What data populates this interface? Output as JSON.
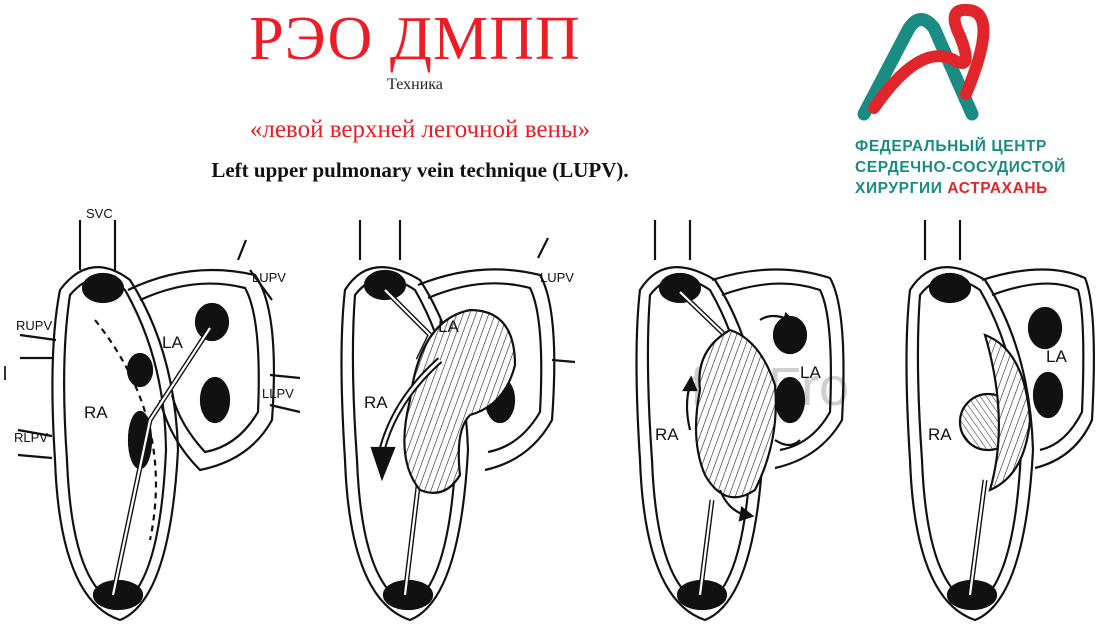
{
  "slide": {
    "title": "РЭО ДМПП",
    "subtitle": "Техника",
    "subtitle_red": "«левой верхней легочной вены»",
    "subtitle_en": "Left upper pulmonary vein technique (LUPV)."
  },
  "logo": {
    "line1": "ФЕДЕРАЛЬНЫЙ ЦЕНТР",
    "line2": "СЕРДЕЧНО-СОСУДИСТОЙ",
    "line3a": "ХИРУРГИИ ",
    "line3b": "АСТРАХАНЬ",
    "colors": {
      "teal": "#1a8c84",
      "red": "#e0262a"
    }
  },
  "panels": [
    {
      "labels": [
        "SVC",
        "RUPV",
        "RLPV",
        "RA",
        "LA",
        "LUPV",
        "LLPV"
      ]
    },
    {
      "labels": [
        "RA",
        "LA",
        "LUPV"
      ]
    },
    {
      "labels": [
        "RA",
        "LA"
      ],
      "watermark": "for Fro"
    },
    {
      "labels": [
        "RA",
        "LA"
      ]
    }
  ],
  "colors": {
    "title_red": "#ee1c25",
    "line": "#111111"
  }
}
